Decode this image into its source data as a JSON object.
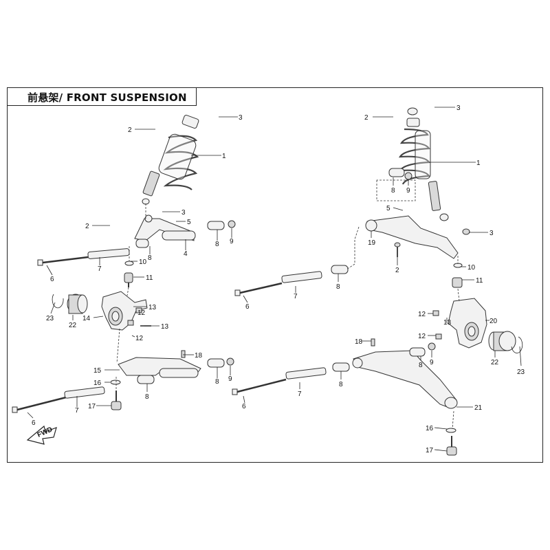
{
  "title": "前悬架/ FRONT SUSPENSION",
  "fwd_label": "FWD",
  "callouts": [
    "1",
    "2",
    "3",
    "4",
    "5",
    "6",
    "7",
    "8",
    "9",
    "10",
    "11",
    "12",
    "13",
    "14",
    "15",
    "16",
    "17",
    "18",
    "19",
    "20",
    "21",
    "22",
    "23"
  ]
}
